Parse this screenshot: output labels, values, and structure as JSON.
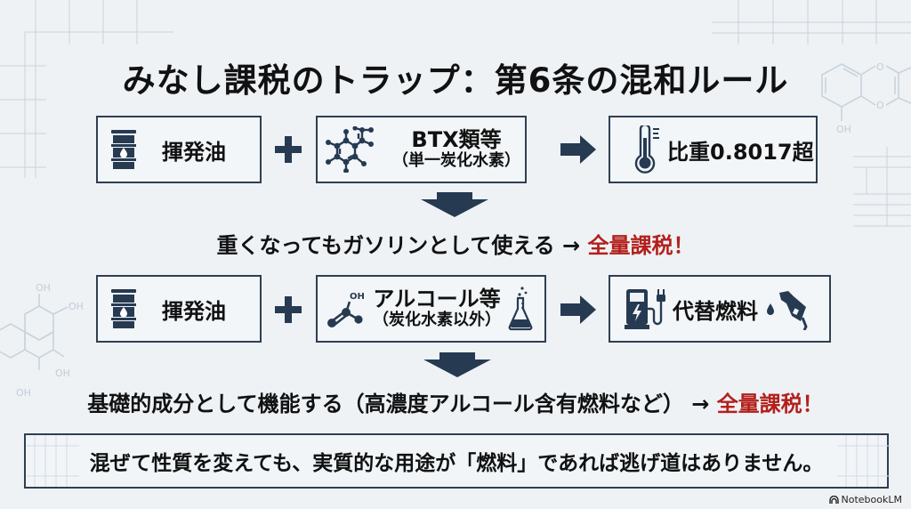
{
  "title": "みなし課税のトラップ：第6条の混和ルール",
  "colors": {
    "accent_dark": "#263a52",
    "highlight_red": "#b3201c",
    "background": "#eef2f5"
  },
  "row1": {
    "input1": {
      "icon": "oil-barrel-icon",
      "label": "揮発油"
    },
    "operator": "plus",
    "input2": {
      "icon": "molecule-icon",
      "label": "BTX類等",
      "sublabel": "（単一炭化水素）"
    },
    "arrow": "right-arrow",
    "result": {
      "icon": "thermometer-icon",
      "label": "比重0.8017超"
    }
  },
  "conclusion1": {
    "text": "重くなってもガソリンとして使える →",
    "highlight": "全量課税！"
  },
  "row2": {
    "input1": {
      "icon": "oil-barrel-icon",
      "label": "揮発油"
    },
    "operator": "plus",
    "input2": {
      "icon": "hydroxyl-molecule-icon",
      "icon_label": "OH",
      "label": "アルコール等",
      "sublabel": "（炭化水素以外）",
      "icon_right": "flask-icon"
    },
    "arrow": "right-arrow",
    "result": {
      "icon": "ev-charger-icon",
      "label": "代替燃料",
      "icon_right": "fuel-nozzle-icon"
    }
  },
  "conclusion2": {
    "text": "基礎的成分として機能する（高濃度アルコール含有燃料など） →",
    "highlight": "全量課税！"
  },
  "footer": {
    "text": "混ぜて性質を変えても、実質的な用途が「燃料」であれば逃げ道はありません。"
  },
  "decorations": {
    "molecule_right_label": "OH",
    "molecule_left_labels": [
      "OH",
      "OH",
      "OH",
      "OH"
    ]
  },
  "branding": {
    "label": "NotebookLM"
  }
}
